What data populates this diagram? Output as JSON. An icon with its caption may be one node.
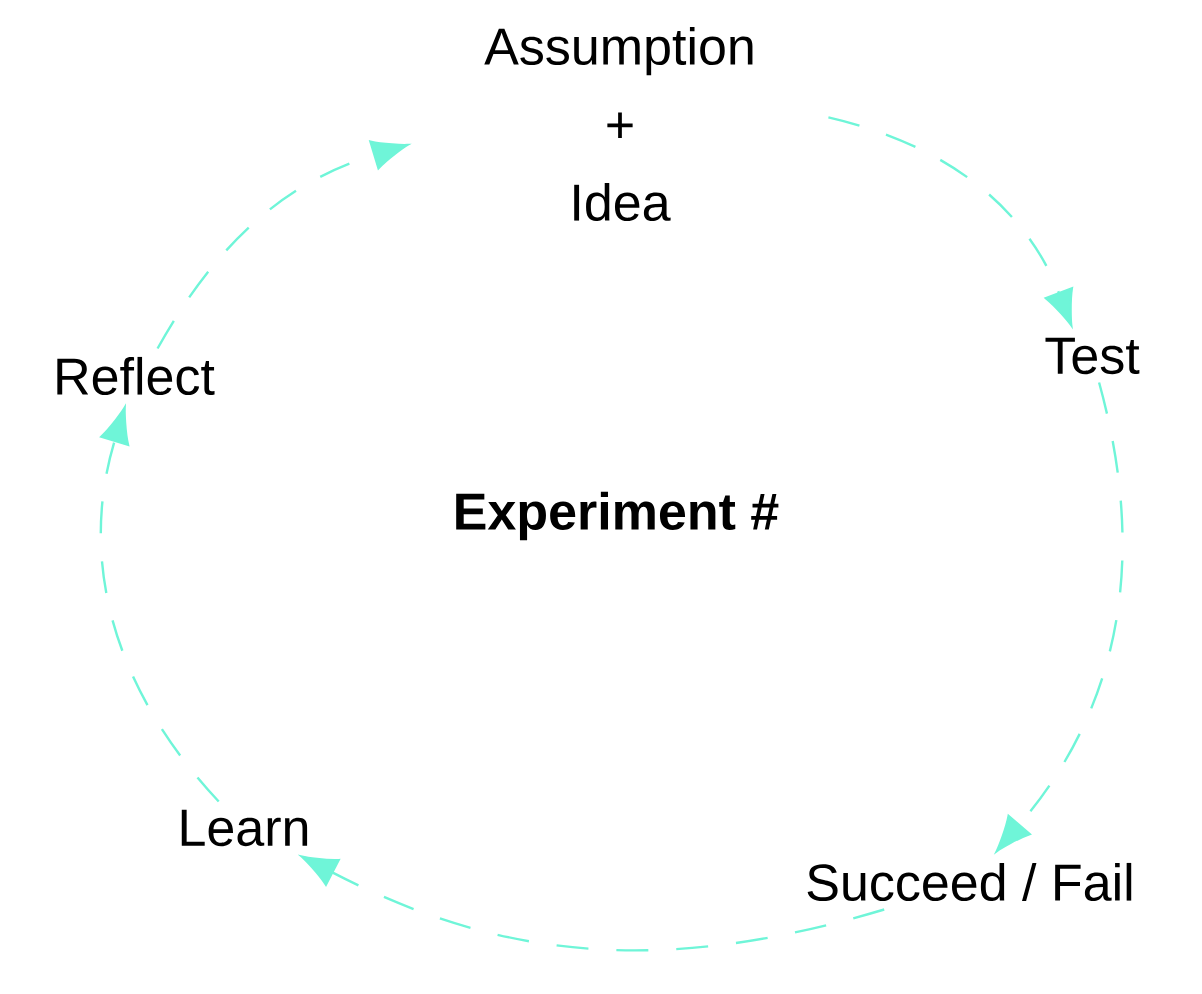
{
  "diagram": {
    "nodes": [
      {
        "text": [
          "Assumption + Idea"
        ]
      },
      {
        "text": [
          "Test"
        ]
      },
      {
        "text": [
          "Succeed / Fail"
        ]
      },
      {
        "text": [
          "Learn"
        ]
      },
      {
        "text": [
          "Reflect"
        ]
      }
    ],
    "edges": [
      {
        "from": 0,
        "to": 1,
        "arrow": "to",
        "style": "dashed"
      },
      {
        "from": 1,
        "to": 2,
        "arrow": "to",
        "style": "dashed"
      },
      {
        "from": 2,
        "to": 3,
        "arrow": "to",
        "style": "dashed"
      },
      {
        "from": 3,
        "to": 4,
        "arrow": "to",
        "style": "dashed"
      },
      {
        "from": 4,
        "to": 0,
        "arrow": "to",
        "style": "dashed"
      }
    ],
    "labels": [
      "**Experiment #**"
    ]
  }
}
